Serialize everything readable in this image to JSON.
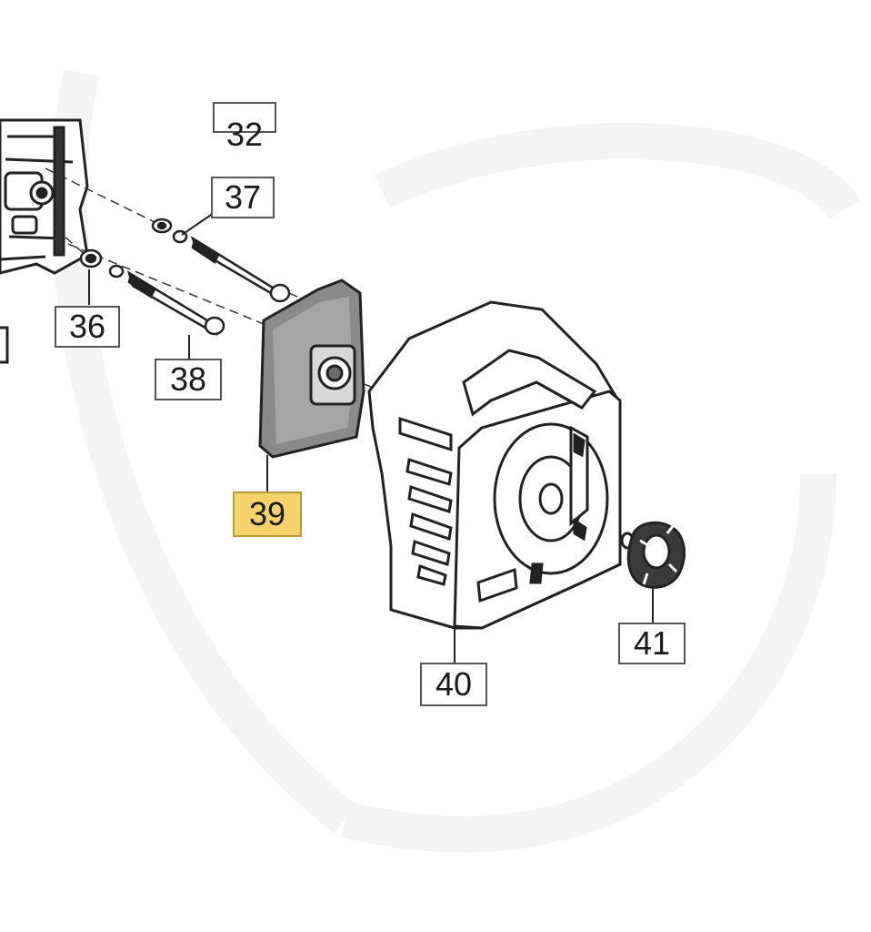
{
  "callouts": [
    {
      "id": "32",
      "label": "32",
      "highlighted": false,
      "partial": true
    },
    {
      "id": "37",
      "label": "37",
      "highlighted": false
    },
    {
      "id": "36",
      "label": "36",
      "highlighted": false
    },
    {
      "id": "38",
      "label": "38",
      "highlighted": false
    },
    {
      "id": "39",
      "label": "39",
      "highlighted": true
    },
    {
      "id": "40",
      "label": "40",
      "highlighted": false
    },
    {
      "id": "41",
      "label": "41",
      "highlighted": false
    }
  ],
  "colors": {
    "highlight": "#f5d36a",
    "line": "#222222",
    "box_border": "#555555",
    "filter_fill": "#8a8a8a",
    "cover_fill": "#ffffff",
    "watermark": "#f4f4f4"
  },
  "icons": [
    "engine-block-icon",
    "screw-icon",
    "washer-icon",
    "air-filter-icon",
    "filter-cover-icon",
    "knob-icon"
  ]
}
